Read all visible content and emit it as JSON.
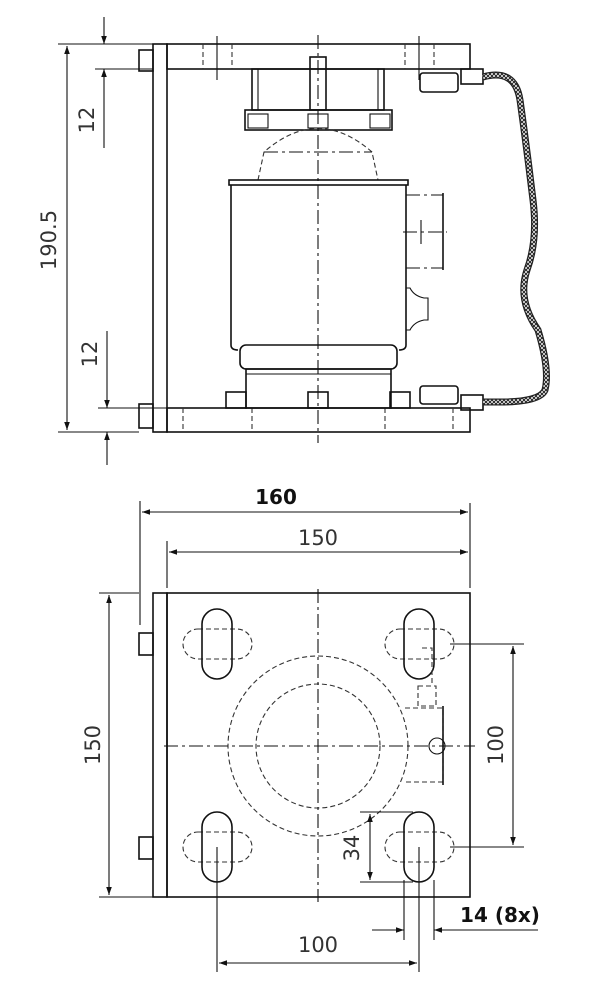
{
  "side_view": {
    "dims": {
      "total_height": "190.5",
      "top_plate": "12",
      "bottom_plate": "12"
    }
  },
  "top_view": {
    "dims": {
      "overall_width": "160",
      "plate_width": "150",
      "plate_depth": "150",
      "hole_spacing_vertical": "100",
      "hole_spacing_horizontal": "100",
      "slot_length": "34",
      "slot_width": "14 (8x)"
    }
  },
  "colors": {
    "line": "#111111",
    "text": "#333333"
  }
}
